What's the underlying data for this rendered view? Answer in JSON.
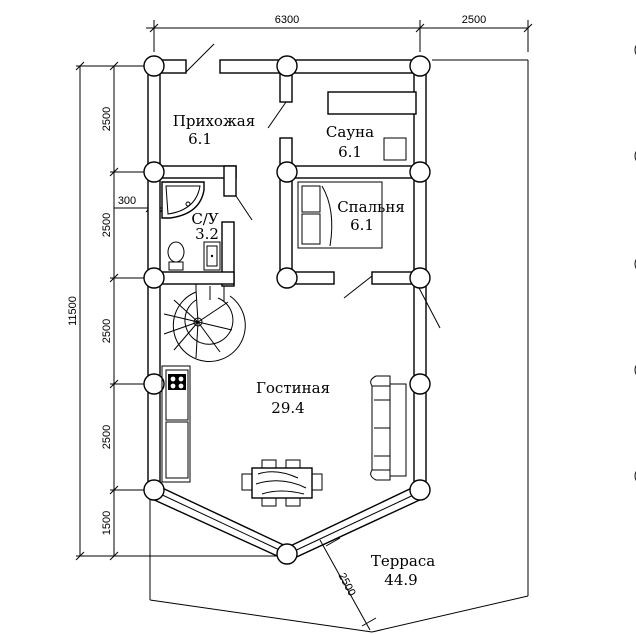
{
  "rooms": {
    "entry": {
      "name": "Прихожая",
      "area": "6.1"
    },
    "sauna": {
      "name": "Сауна",
      "area": "6.1"
    },
    "bedroom": {
      "name": "Спальня",
      "area": "6.1"
    },
    "bathroom": {
      "name": "С/У",
      "area": "3.2"
    },
    "living": {
      "name": "Гостиная",
      "area": "29.4"
    },
    "terrace": {
      "name": "Терраса",
      "area": "44.9"
    }
  },
  "dimensions": {
    "width_main": "6300",
    "width_terrace": "2500",
    "total_height": "11500",
    "segments": [
      "2500",
      "2500",
      "2500",
      "2500",
      "1500"
    ],
    "bath_offset": "300",
    "terrace_diag": "2500"
  },
  "colors": {
    "line": "#000000",
    "background": "#ffffff"
  }
}
